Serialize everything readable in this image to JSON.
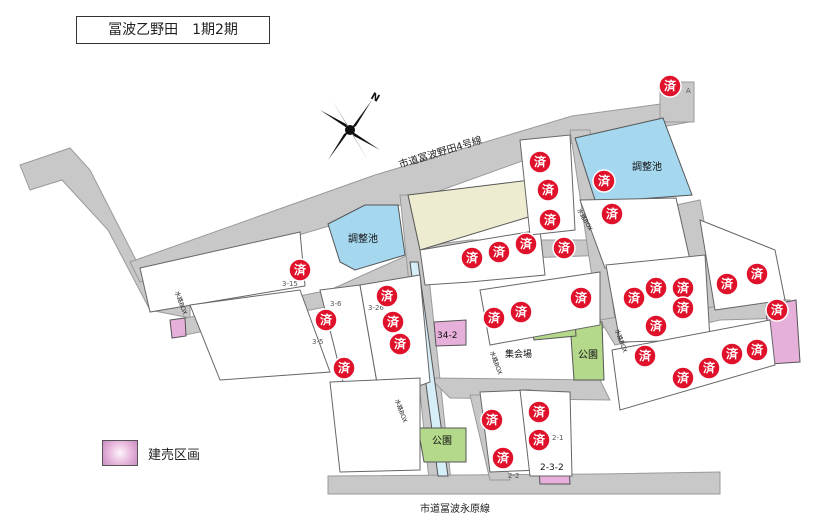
{
  "title": "冨波乙野田　1期2期",
  "roads": {
    "north": "市道冨波野田4号線",
    "south": "市道冨波永原線"
  },
  "facilities": {
    "pond_west": "調整池",
    "pond_east": "調整池",
    "park_south": "公園",
    "park_east": "公園",
    "hall": "集会場"
  },
  "lot_labels": {
    "a": "A",
    "l315": "3-15",
    "l36": "3-6",
    "l35": "3-5",
    "l3426": "3-26",
    "l342": "34-2",
    "l232": "2-3-2",
    "l22": "2-2",
    "l21": "2-1"
  },
  "culvert_label": "水路BOX",
  "sold_mark": "済",
  "legend": {
    "label": "建売区画"
  },
  "colors": {
    "road": "#c8c8c8",
    "pond": "#a5d7ef",
    "park": "#b5d98a",
    "vacant": "#eeecd0",
    "sold": "#e0112a",
    "pink": "#e6b0da",
    "water": "#d6eef8"
  }
}
